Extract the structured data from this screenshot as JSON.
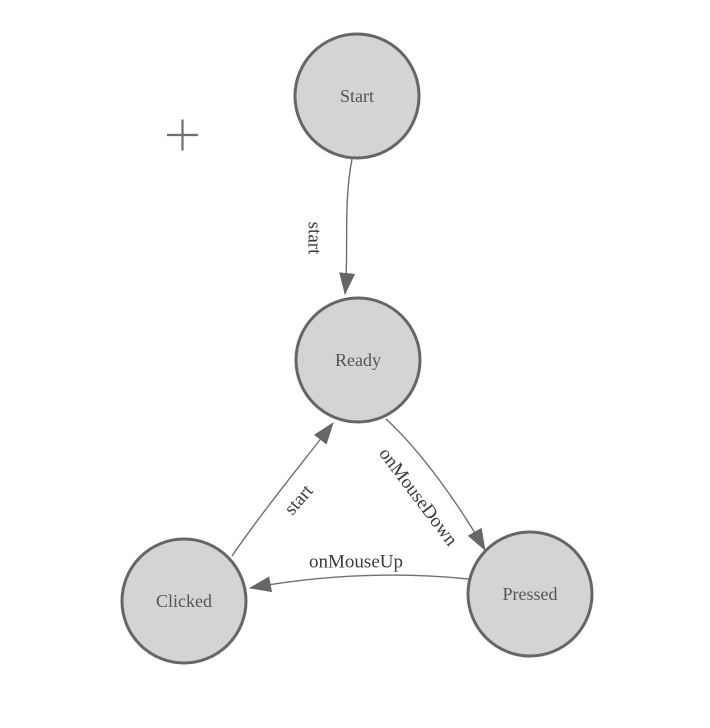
{
  "diagram": {
    "type": "finite-state-machine",
    "nodes": [
      {
        "id": "start",
        "label": "Start"
      },
      {
        "id": "ready",
        "label": "Ready"
      },
      {
        "id": "clicked",
        "label": "Clicked"
      },
      {
        "id": "pressed",
        "label": "Pressed"
      }
    ],
    "edges": [
      {
        "from": "Start",
        "to": "Ready",
        "label": "start"
      },
      {
        "from": "Clicked",
        "to": "Ready",
        "label": "start"
      },
      {
        "from": "Ready",
        "to": "Pressed",
        "label": "onMouseDown"
      },
      {
        "from": "Pressed",
        "to": "Clicked",
        "label": "onMouseUp"
      }
    ],
    "colors": {
      "background": "#ffffff",
      "node_fill": "#d4d4d4",
      "node_border": "#666666",
      "node_label": "#555555",
      "edge_line": "#6f6f6f",
      "edge_label": "#3b3b3b",
      "arrowhead": "#666666",
      "crosshair": "#6f6f6f"
    },
    "cursor": {
      "icon": "plus-crosshair"
    }
  }
}
